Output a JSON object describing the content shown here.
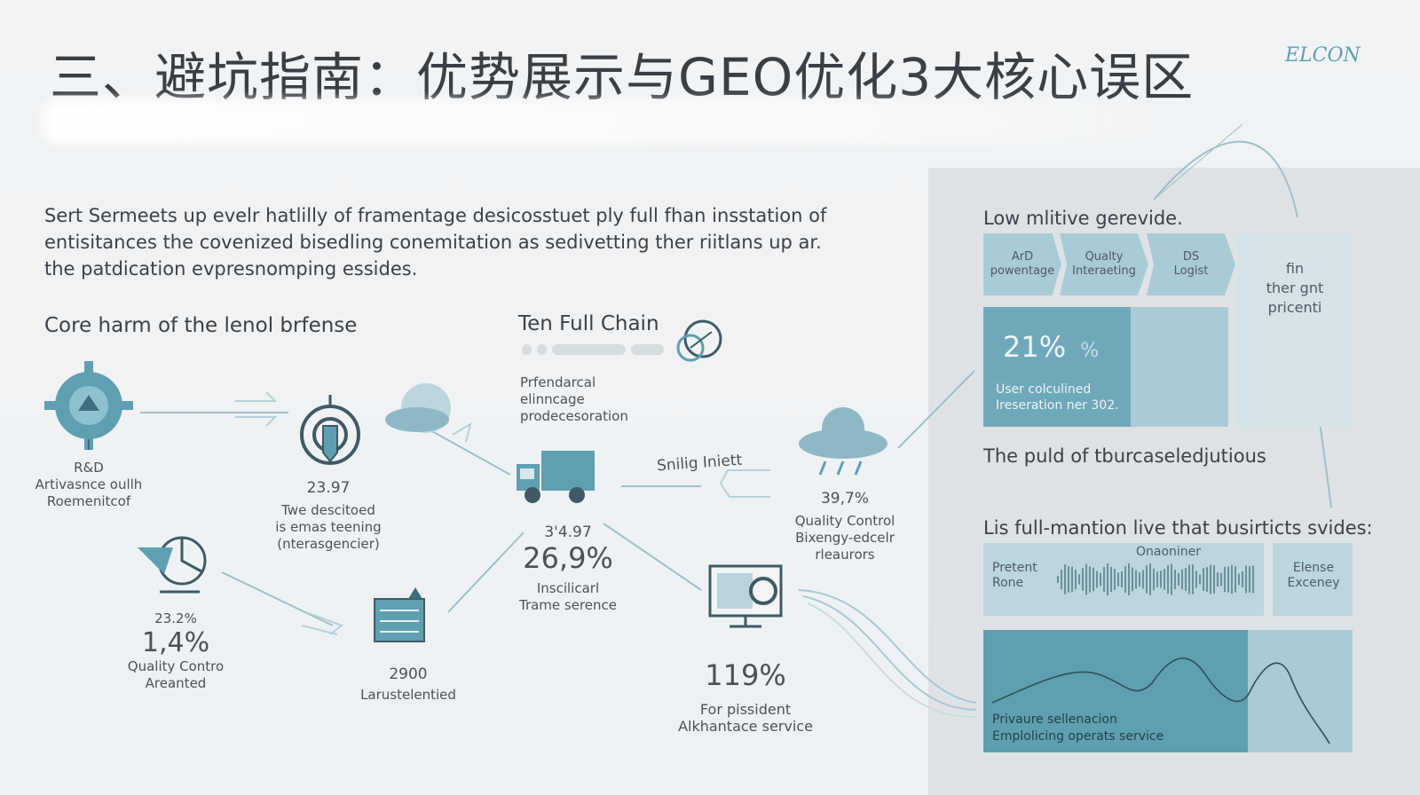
{
  "header": {
    "title": "三、避坑指南：优势展示与GEO优化3大核心误区",
    "logo": "ELCON"
  },
  "intro": {
    "text": "Sert Sermeets up evelr hatlilly of framentage desicosstuet ply full fhan insstation of entisitances the covenized bisedling conemitation as sedivetting ther riitlans up ar. the patdication evpresnomping essides."
  },
  "left_section": {
    "heading": "Core harm of the lenol brfense",
    "nodes": [
      {
        "label1": "R&D",
        "label2": "Artivasnce oullh",
        "label3": "Roemenitcof"
      },
      {
        "value": "23.97",
        "label1": "Twe descitoed",
        "label2": "is emas teening",
        "label3": "(nterasgencier)"
      },
      {
        "value_small": "23.2%",
        "value_big": "1,4%",
        "label1": "Quality Contro",
        "label2": "Areanted"
      },
      {
        "value": "2900",
        "label1": "Larustelentied"
      }
    ]
  },
  "middle_section": {
    "heading": "Ten Full Chain",
    "truck_label1": "Prfendarcal",
    "truck_label2": "elinncage",
    "truck_label3": "prodecesoration",
    "truck_value": "3'4.97",
    "truck_big": "26,9%",
    "truck_sub1": "Inscilicarl",
    "truck_sub2": "Trame serence",
    "arrow_label": "Snilig Iniett",
    "cloud_value": "39,7%",
    "cloud_label1": "Quality Control",
    "cloud_label2": "Bixengy-edcelr",
    "cloud_label3": "rleaurors",
    "monitor_big": "119%",
    "monitor_label1": "For pissident",
    "monitor_label2": "Alkhantace service"
  },
  "right_panel": {
    "heading": "Low mlitive gerevide.",
    "chevrons": [
      {
        "l1": "ArD",
        "l2": "powentage"
      },
      {
        "l1": "Qualty",
        "l2": "Interaeting"
      },
      {
        "l1": "DS",
        "l2": "Logist"
      }
    ],
    "side_note": [
      "fin",
      "ther gnt",
      "pricenti"
    ],
    "stat_value": "21%",
    "stat_percent": "%",
    "stat_label1": "User colculined",
    "stat_label2": "Ireseration ner 302.",
    "middle_text": "The puld of tburcaseledjutious",
    "list_heading": "Lis full-mantion live that busirticts svides:",
    "wave_caption": "Onaoniner",
    "wave_left1": "Pretent",
    "wave_left2": "Rone",
    "wave_right1": "Elense",
    "wave_right2": "Exceney",
    "bottom_label1": "Privaure sellenacion",
    "bottom_label2": "Emplolicing operats service"
  },
  "colors": {
    "accent": "#6fa3b4",
    "panel_dark": "#5f9fb2",
    "panel_light": "#a9cbd6",
    "panel_bg": "#dfe2e5"
  }
}
